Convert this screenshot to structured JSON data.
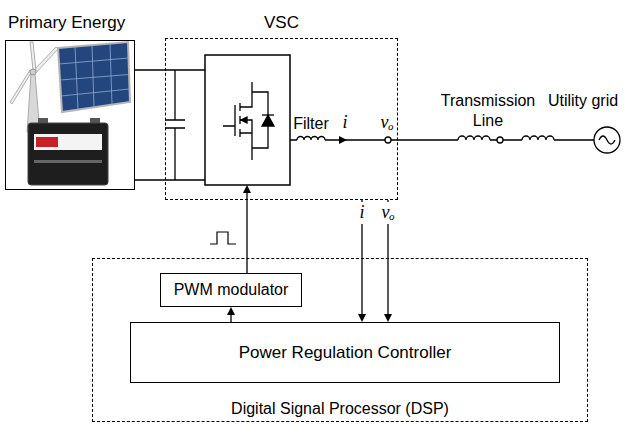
{
  "diagram": {
    "nodes": [
      {
        "text": [
          "Primary Energy"
        ]
      },
      {
        "text": [
          "VSC"
        ]
      },
      {
        "text": [
          "Digital Signal Processor (DSP)"
        ]
      },
      {
        "text": [
          "PWM modulator"
        ],
        "in": 2
      },
      {
        "text": [
          "Power Regulation Controller"
        ],
        "in": 2
      }
    ],
    "edges": [
      {
        "from": 4,
        "to": 3,
        "arrow": "to"
      },
      {
        "from": 3,
        "to": 1,
        "arrow": "to"
      },
      {
        "from": 1,
        "to": 4,
        "label": "i",
        "arrow": "to"
      },
      {
        "from": 1,
        "to": 4,
        "label": "vₒ",
        "arrow": "to"
      }
    ],
    "labels": [
      "Filter",
      "i",
      "vₒ",
      "Transmission Line",
      "Utility grid"
    ]
  }
}
